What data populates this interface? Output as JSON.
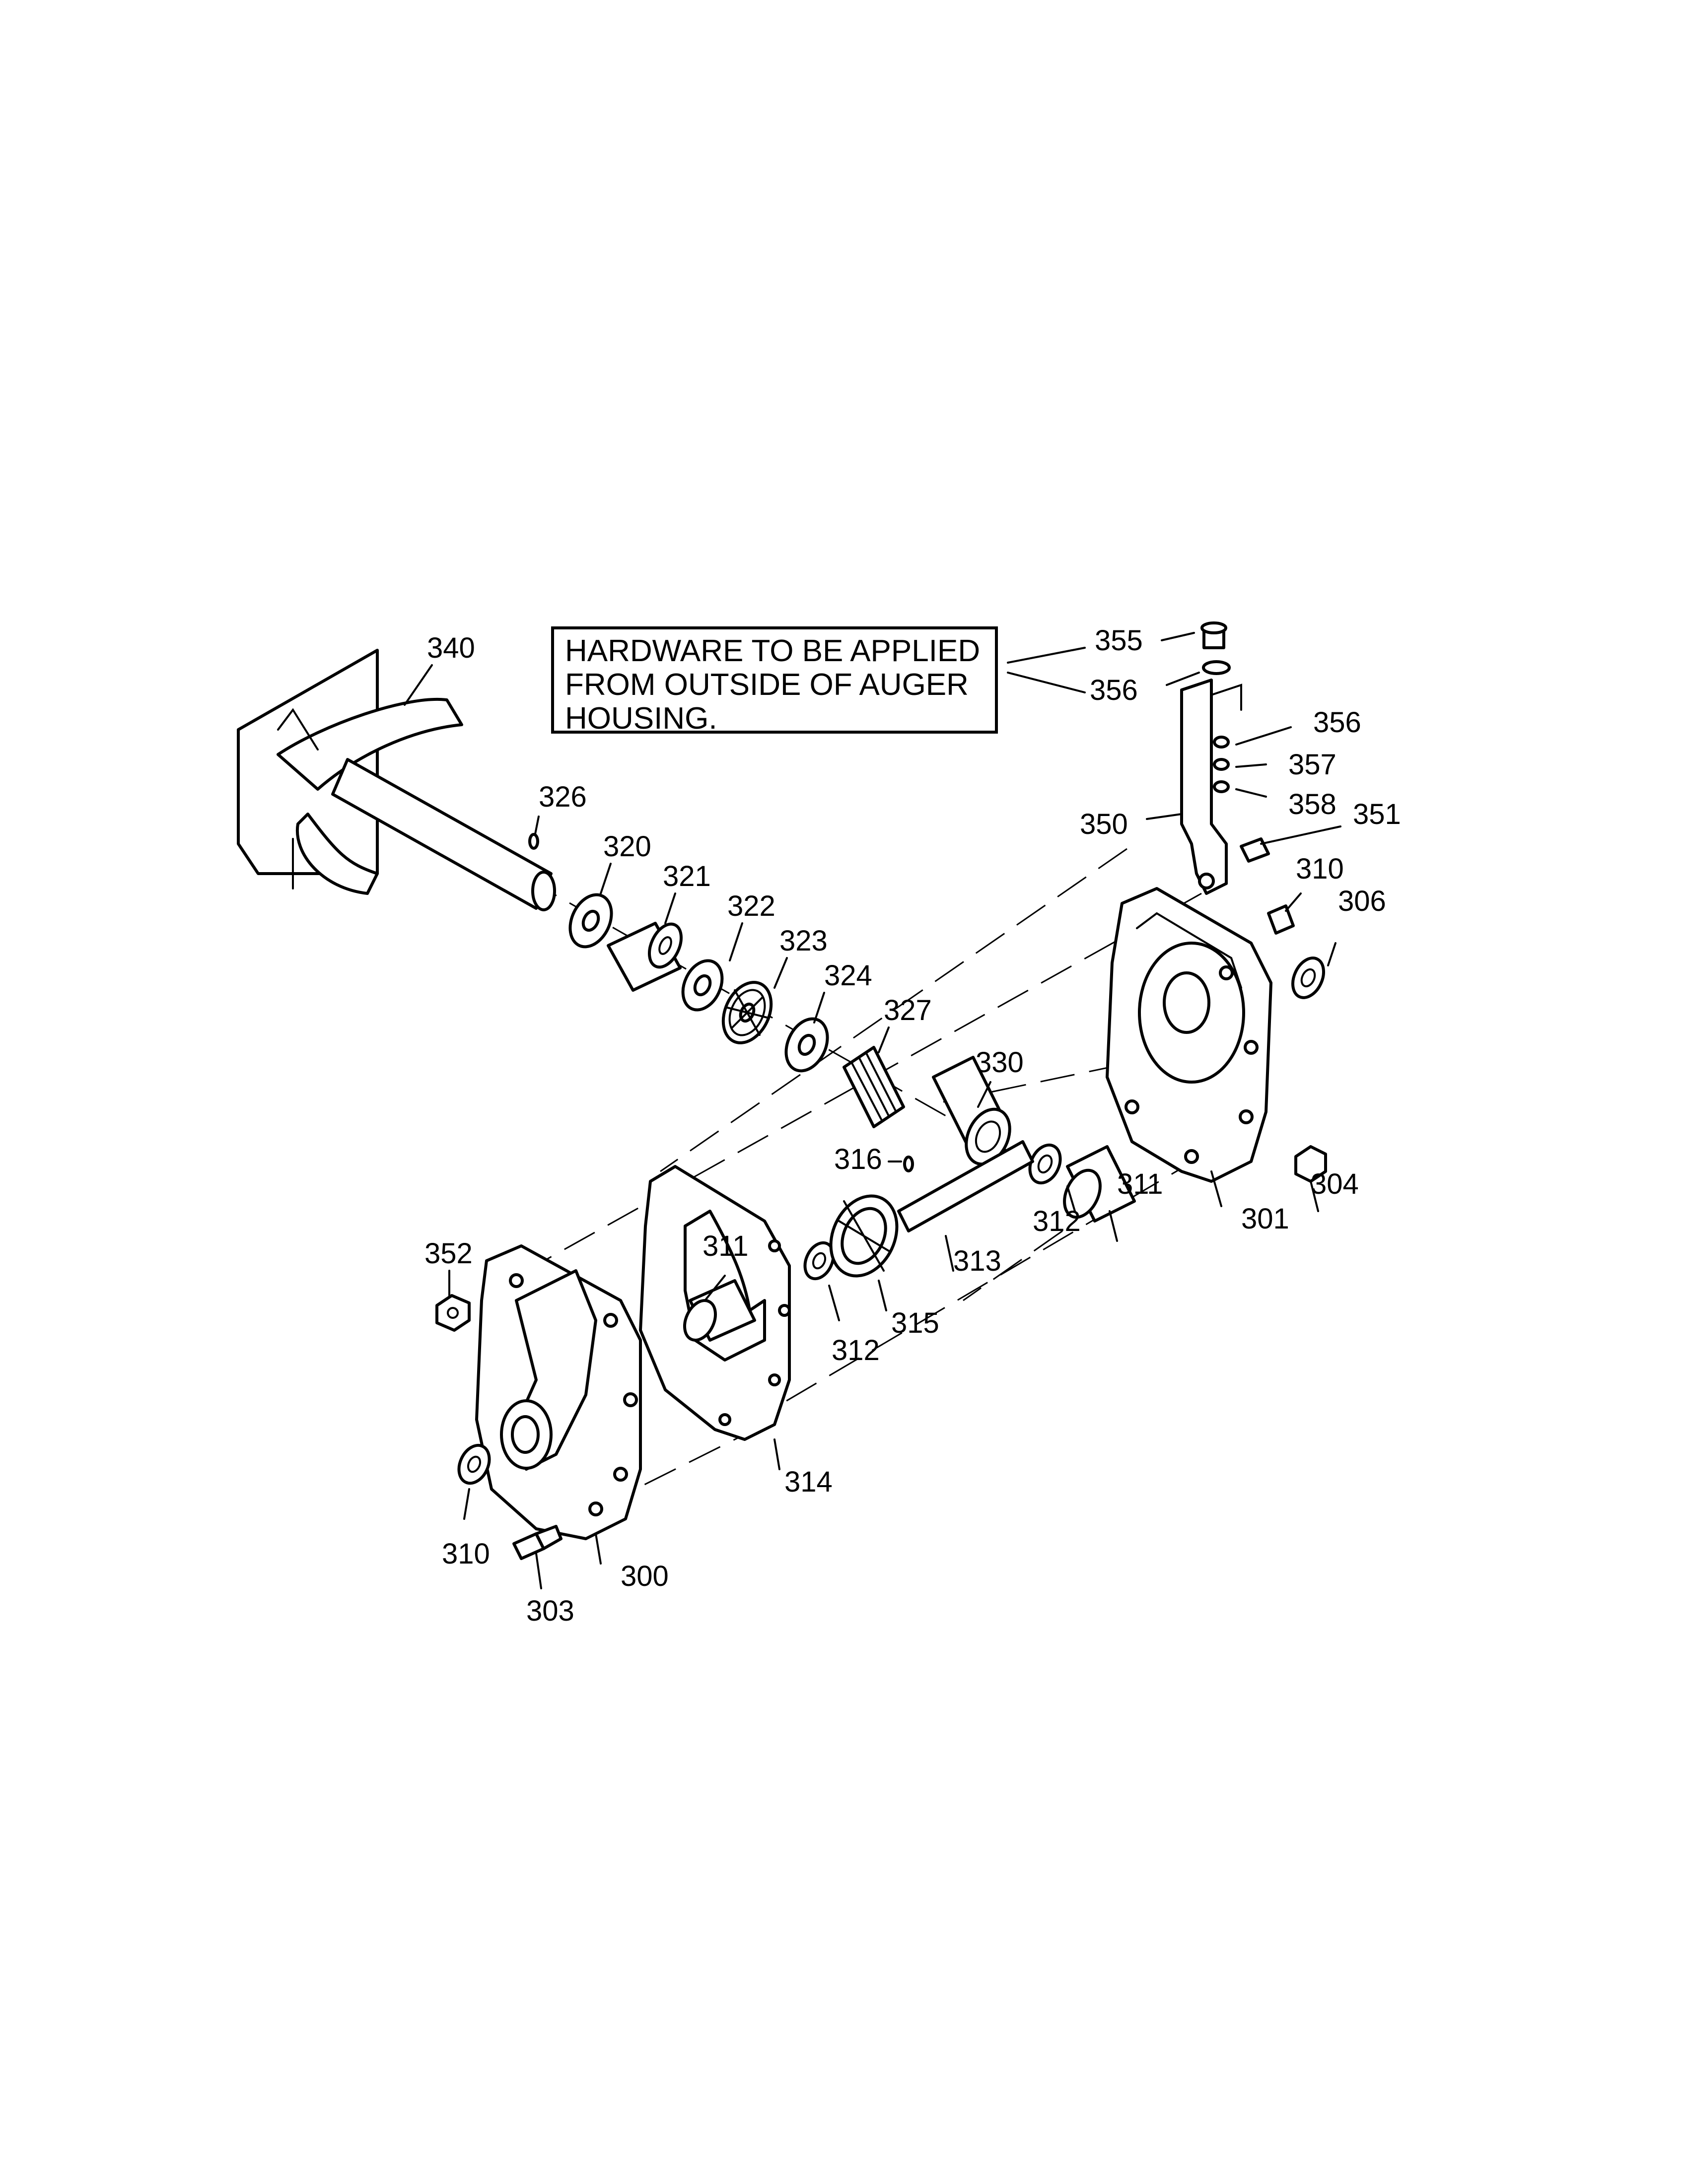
{
  "note": {
    "line1": "HARDWARE TO BE APPLIED",
    "line2": "FROM OUTSIDE OF AUGER",
    "line3": "HOUSING."
  },
  "parts": {
    "p340": "340",
    "p326": "326",
    "p320": "320",
    "p321": "321",
    "p322": "322",
    "p323": "323",
    "p324": "324",
    "p327": "327",
    "p330": "330",
    "p316": "316",
    "p311a": "311",
    "p311b": "311",
    "p312a": "312",
    "p312b": "312",
    "p313": "313",
    "p315": "315",
    "p314": "314",
    "p352": "352",
    "p310a": "310",
    "p310b": "310",
    "p303": "303",
    "p300": "300",
    "p301": "301",
    "p304": "304",
    "p306": "306",
    "p350": "350",
    "p351": "351",
    "p355": "355",
    "p356a": "356",
    "p356b": "356",
    "p357": "357",
    "p358": "358"
  }
}
